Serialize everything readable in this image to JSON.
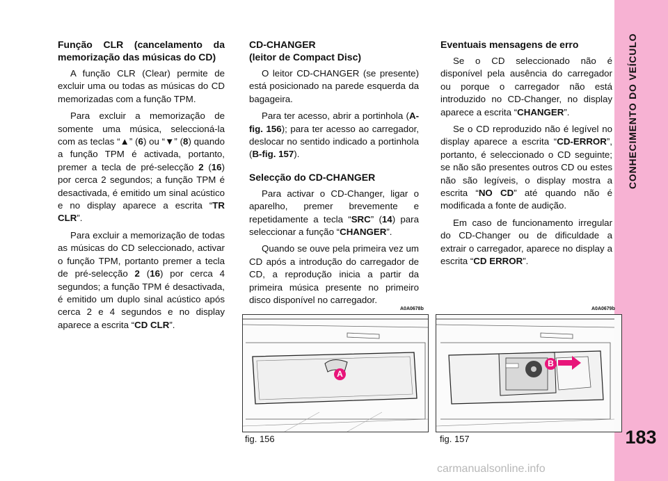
{
  "col1": {
    "heading": "Função CLR (cancelamento da memorização das músicas do CD)",
    "p1": "A função CLR (Clear) permite de excluir uma ou todas as músicas do CD memorizadas com a função TPM.",
    "p2_a": "Para excluir a memorização de somente uma música, seleccioná-la com as teclas “▲” (",
    "p2_k1": "6",
    "p2_b": ") ou “▼” (",
    "p2_k2": "8",
    "p2_c": ") quando a função TPM é activada, portanto, premer a tecla de pré-selecção ",
    "p2_k3": "2",
    "p2_d": " (",
    "p2_k4": "16",
    "p2_e": ") por cerca 2 segundos; a função TPM é desactivada, é emitido um sinal acústico e no display aparece a escrita “",
    "p2_k5": "TR CLR",
    "p2_f": "”.",
    "p3_a": "Para excluir a memorização de todas as músicas do CD seleccionado, activar o função TPM, portanto premer a tecla de pré-selecção ",
    "p3_k1": "2",
    "p3_b": " (",
    "p3_k2": "16",
    "p3_c": ") por cerca 4 segundos; a função TPM é desactivada, é emitido um duplo sinal acústico após cerca 2 e 4 segundos e no display aparece a escrita “",
    "p3_k3": "CD CLR",
    "p3_d": "”."
  },
  "col2": {
    "heading1_line1": "CD-CHANGER",
    "heading1_line2": "(leitor de Compact Disc)",
    "p1": "O leitor CD-CHANGER (se presente) está posicionado na parede esquerda da bagageira.",
    "p2_a": "Para ter acesso, abrir a portinhola (",
    "p2_k1": "A-fig. 156",
    "p2_b": "); para ter acesso ao carregador, deslocar no sentido indicado a portinhola (",
    "p2_k2": "B-fig. 157",
    "p2_c": ").",
    "heading2": "Selecção do CD-CHANGER",
    "p3_a": "Para activar o CD-Changer, ligar o aparelho, premer brevemente e repetidamente a tecla “",
    "p3_k1": "SRC",
    "p3_b": "” (",
    "p3_k2": "14",
    "p3_c": ") para seleccionar a função “",
    "p3_k3": "CHANGER",
    "p3_d": "”.",
    "p4": "Quando se ouve pela primeira vez um CD após a introdução do carregador de CD, a reprodução inicia a partir da primeira música presente no primeiro disco disponível no carregador."
  },
  "col3": {
    "heading": "Eventuais mensagens de erro",
    "p1_a": "Se o CD seleccionado não é disponível pela ausência do carregador ou porque o carregador não está introduzido no CD-Changer, no display aparece a escrita “",
    "p1_k1": "CHANGER",
    "p1_b": "”.",
    "p2_a": "Se o CD reproduzido não é legível no display aparece a escrita “",
    "p2_k1": "CD-ERROR",
    "p2_b": "”, portanto, é seleccionado o CD seguinte; se não são presentes outros CD ou estes não são legíveis, o display mostra a escrita “",
    "p2_k2": "NO CD",
    "p2_c": "” até quando não é modificada a fonte de audição.",
    "p3_a": "Em caso de funcionamento irregular do CD-Changer ou de dificuldade a extrair o carregador, aparece no display a escrita “",
    "p3_k1": "CD ERROR",
    "p3_b": "”."
  },
  "sidebar": {
    "title": "CONHECIMENTO DO VEÍCULO",
    "color": "#f7b2d3"
  },
  "page_number": "183",
  "figures": [
    {
      "code": "A0A0678b",
      "caption": "fig. 156",
      "callout": "A"
    },
    {
      "code": "A0A0679b",
      "caption": "fig. 157",
      "callout": "B"
    }
  ],
  "accent_color": "#e8157a",
  "watermark": "carmanualsonline.info"
}
